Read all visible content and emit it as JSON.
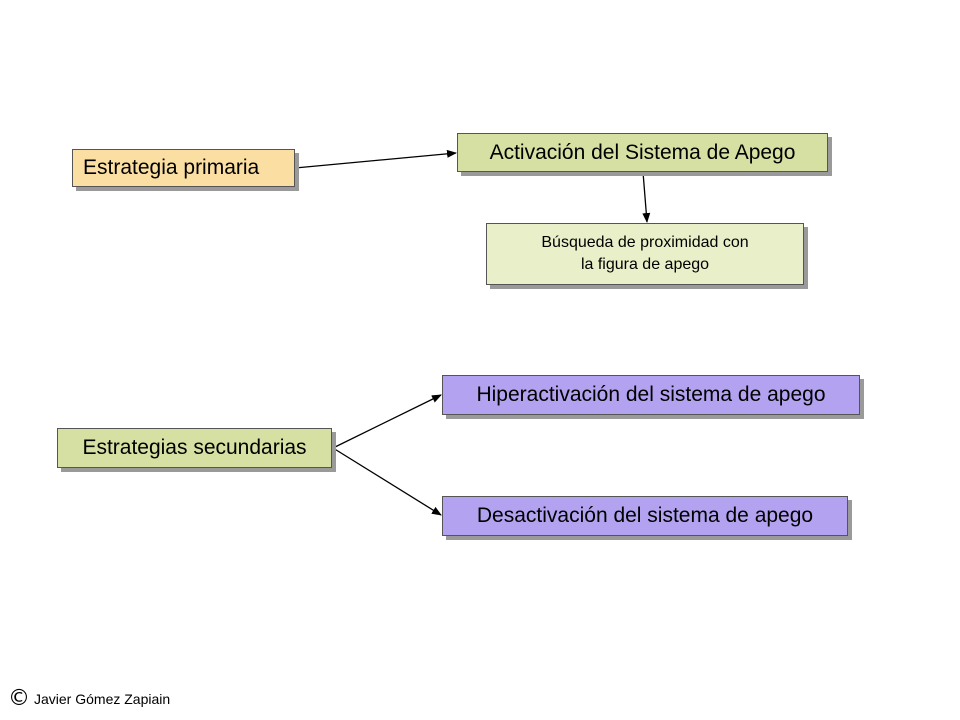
{
  "nodes": {
    "primary": "Estrategia primaria",
    "activation": "Activación del Sistema de Apego",
    "search_line1": "Búsqueda de proximidad con",
    "search_line2": "la figura de apego",
    "secondary": "Estrategias secundarias",
    "hyperactivation": "Hiperactivación del sistema de apego",
    "deactivation": "Desactivación del sistema de apego"
  },
  "edges": [
    {
      "from": "Estrategia primaria",
      "to": "Activación del Sistema de Apego"
    },
    {
      "from": "Activación del Sistema de Apego",
      "to": "Búsqueda de proximidad con la figura de apego"
    },
    {
      "from": "Estrategias secundarias",
      "to": "Hiperactivación del sistema de apego"
    },
    {
      "from": "Estrategias secundarias",
      "to": "Desactivación del sistema de apego"
    }
  ],
  "colors": {
    "primary": "#fbdea2",
    "activation": "#d5e0a2",
    "search": "#e9efc8",
    "secondary": "#d5e0a2",
    "hyperactivation": "#b3a2f0",
    "deactivation": "#b3a2f0"
  },
  "footer": {
    "symbol": "©",
    "author": "Javier Gómez Zapiain"
  }
}
